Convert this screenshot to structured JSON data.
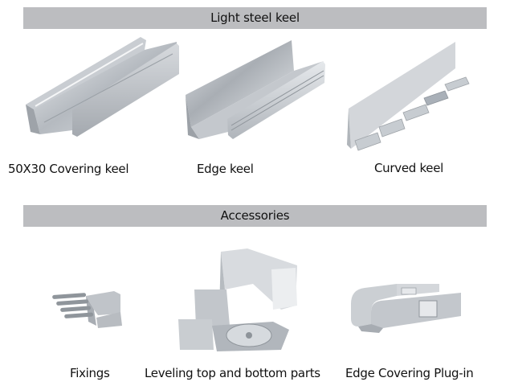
{
  "sections": [
    {
      "title": "Light steel keel",
      "products": [
        {
          "label": "50X30 Covering keel",
          "icon": "covering-keel-image"
        },
        {
          "label": "Edge keel",
          "icon": "edge-keel-image"
        },
        {
          "label": "Curved keel",
          "icon": "curved-keel-image"
        }
      ]
    },
    {
      "title": "Accessories",
      "products": [
        {
          "label": "Fixings",
          "icon": "fixings-image"
        },
        {
          "label": "Leveling top and bottom parts",
          "icon": "leveling-parts-image"
        },
        {
          "label": "Edge Covering Plug-in",
          "icon": "edge-covering-plug-in-image"
        }
      ]
    }
  ],
  "colors": {
    "header_bar": "#bcbdc0",
    "metal_light": "#e4e7ea",
    "metal_mid": "#b9bec4",
    "metal_dark": "#8c9299"
  }
}
